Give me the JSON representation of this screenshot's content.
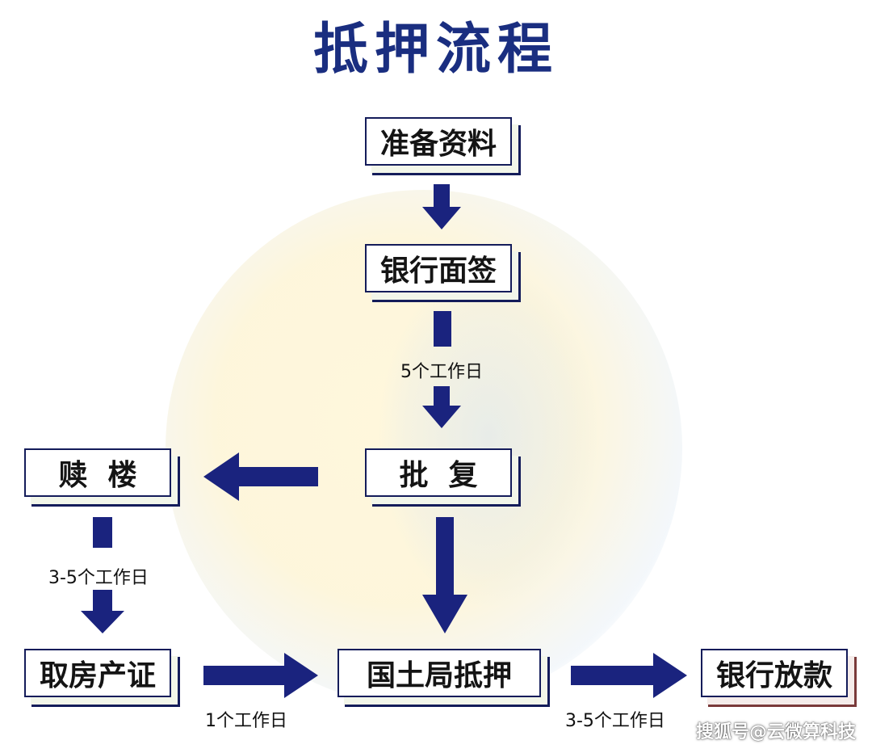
{
  "title": "抵押流程",
  "nodes": {
    "prepare": "准备资料",
    "sign": "银行面签",
    "approve": "批  复",
    "redeem": "赎  楼",
    "get_cert": "取房产证",
    "mortgage": "国土局抵押",
    "loan": "银行放款"
  },
  "edges": {
    "sign_to_approve": "5个工作日",
    "redeem_to_cert": "3-5个工作日",
    "cert_to_mortgage": "1个工作日",
    "mortgage_to_loan": "3-5个工作日"
  },
  "watermark": "搜狐号@云微算科技",
  "colors": {
    "title": "#1a2e80",
    "arrow": "#1a237e",
    "box_border": "#141c5a",
    "loan_box_border": "#7a3a3a"
  }
}
